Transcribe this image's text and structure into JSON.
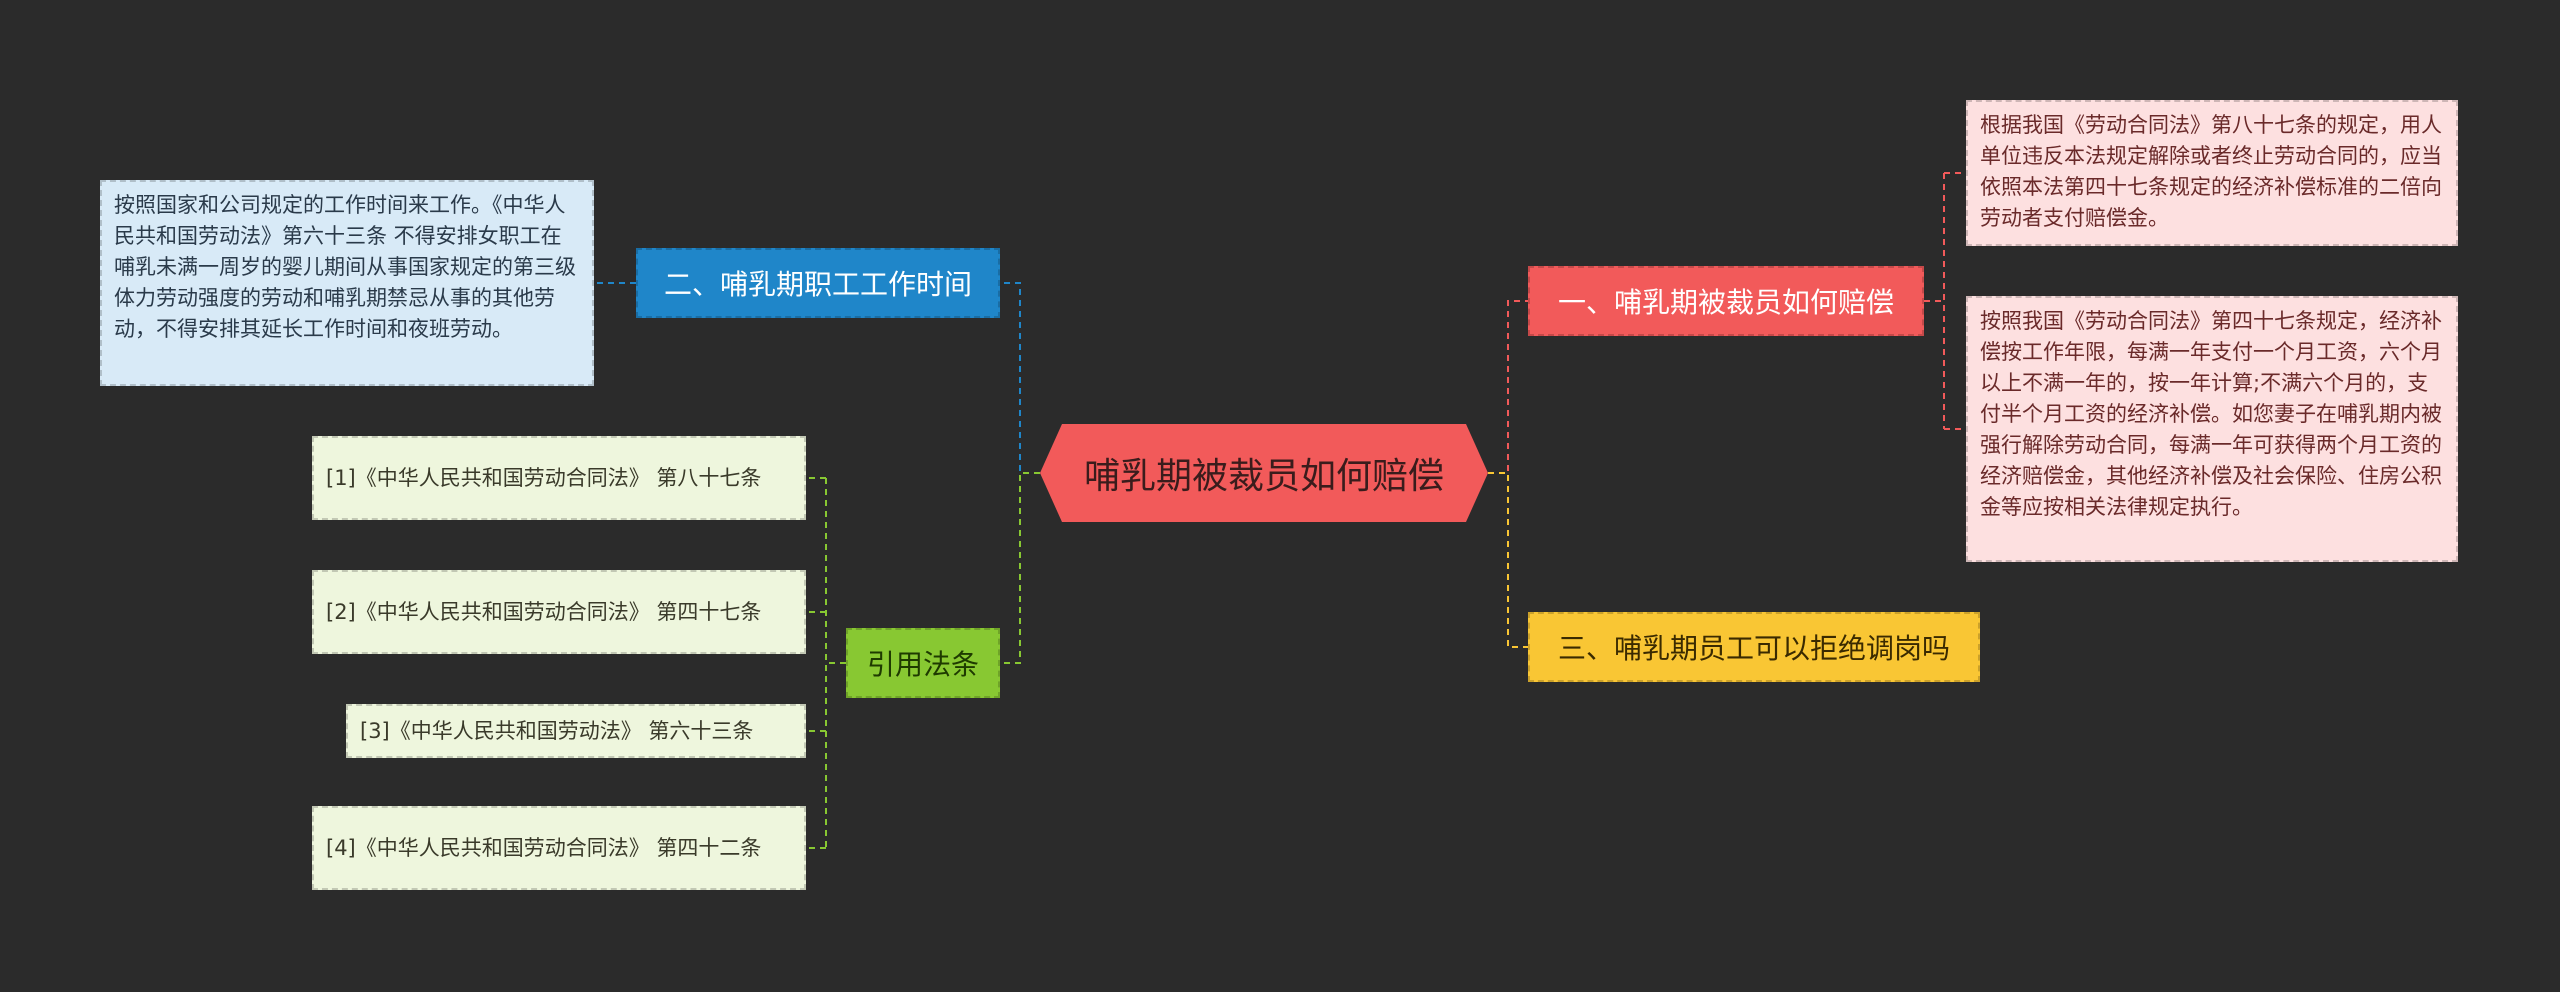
{
  "root": {
    "label": "哺乳期被裁员如何赔偿"
  },
  "branches": {
    "work_time": {
      "label": "二、哺乳期职工工作时间"
    },
    "laws": {
      "label": "引用法条"
    },
    "compensation": {
      "label": "一、哺乳期被裁员如何赔偿"
    },
    "refuse_transfer": {
      "label": "三、哺乳期员工可以拒绝调岗吗"
    }
  },
  "leaves": {
    "work_time_detail": "按照国家和公司规定的工作时间来工作。《中华人民共和国劳动法》第六十三条 不得安排女职工在哺乳未满一周岁的婴儿期间从事国家规定的第三级体力劳动强度的劳动和哺乳期禁忌从事的其他劳动，不得安排其延长工作时间和夜班劳动。",
    "law_items": [
      "[1]《中华人民共和国劳动合同法》 第八十七条",
      "[2]《中华人民共和国劳动合同法》 第四十七条",
      "[3]《中华人民共和国劳动法》 第六十三条",
      "[4]《中华人民共和国劳动合同法》 第四十二条"
    ],
    "compensation_detail_1": "根据我国《劳动合同法》第八十七条的规定，用人单位违反本法规定解除或者终止劳动合同的，应当依照本法第四十七条规定的经济补偿标准的二倍向劳动者支付赔偿金。",
    "compensation_detail_2": "按照我国《劳动合同法》第四十七条规定，经济补偿按工作年限，每满一年支付一个月工资，六个月以上不满一年的，按一年计算;不满六个月的，支付半个月工资的经济补偿。如您妻子在哺乳期内被强行解除劳动合同，每满一年可获得两个月工资的经济赔偿金，其他经济补偿及社会保险、住房公积金等应按相关法律规定执行。"
  },
  "colors": {
    "background": "#2b2b2b",
    "root": "#f25a5a",
    "blue": "#1f86c9",
    "green": "#88c832",
    "red": "#f25a5a",
    "yellow": "#f9c634"
  }
}
